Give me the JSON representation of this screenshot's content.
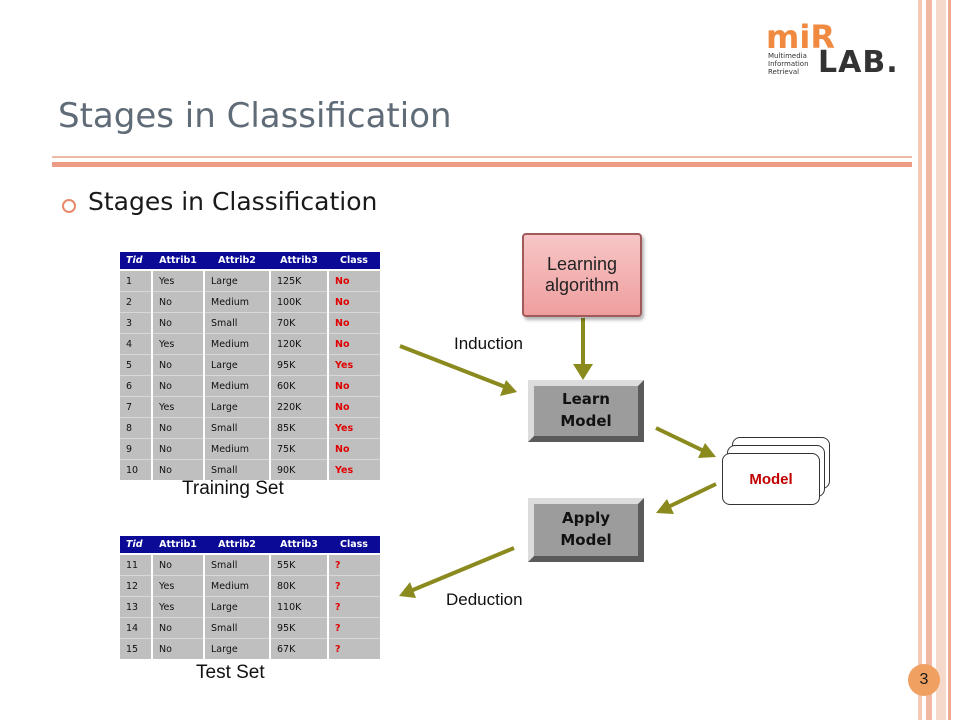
{
  "slide": {
    "title": "Stages in Classification",
    "bullet": "Stages in Classification",
    "page_number": "3"
  },
  "logo": {
    "mark": "miR",
    "lab": "LAB.",
    "lines": [
      "Multimedia",
      "Information",
      "Retrieval"
    ]
  },
  "training_table": {
    "caption": "Training Set",
    "headers": [
      "Tid",
      "Attrib1",
      "Attrib2",
      "Attrib3",
      "Class"
    ],
    "rows": [
      [
        "1",
        "Yes",
        "Large",
        "125K",
        "No"
      ],
      [
        "2",
        "No",
        "Medium",
        "100K",
        "No"
      ],
      [
        "3",
        "No",
        "Small",
        "70K",
        "No"
      ],
      [
        "4",
        "Yes",
        "Medium",
        "120K",
        "No"
      ],
      [
        "5",
        "No",
        "Large",
        "95K",
        "Yes"
      ],
      [
        "6",
        "No",
        "Medium",
        "60K",
        "No"
      ],
      [
        "7",
        "Yes",
        "Large",
        "220K",
        "No"
      ],
      [
        "8",
        "No",
        "Small",
        "85K",
        "Yes"
      ],
      [
        "9",
        "No",
        "Medium",
        "75K",
        "No"
      ],
      [
        "10",
        "No",
        "Small",
        "90K",
        "Yes"
      ]
    ]
  },
  "test_table": {
    "caption": "Test Set",
    "headers": [
      "Tid",
      "Attrib1",
      "Attrib2",
      "Attrib3",
      "Class"
    ],
    "rows": [
      [
        "11",
        "No",
        "Small",
        "55K",
        "?"
      ],
      [
        "12",
        "Yes",
        "Medium",
        "80K",
        "?"
      ],
      [
        "13",
        "Yes",
        "Large",
        "110K",
        "?"
      ],
      [
        "14",
        "No",
        "Small",
        "95K",
        "?"
      ],
      [
        "15",
        "No",
        "Large",
        "67K",
        "?"
      ]
    ]
  },
  "diagram": {
    "learning_algorithm": "Learning\nalgorithm",
    "learn_model": "Learn\nModel",
    "apply_model": "Apply\nModel",
    "model": "Model",
    "induction": "Induction",
    "deduction": "Deduction"
  },
  "colors": {
    "table_header": "#0a0a96",
    "class_text": "#e00000",
    "arrow": "#8a8a1e",
    "accent": "#ef9c86"
  }
}
